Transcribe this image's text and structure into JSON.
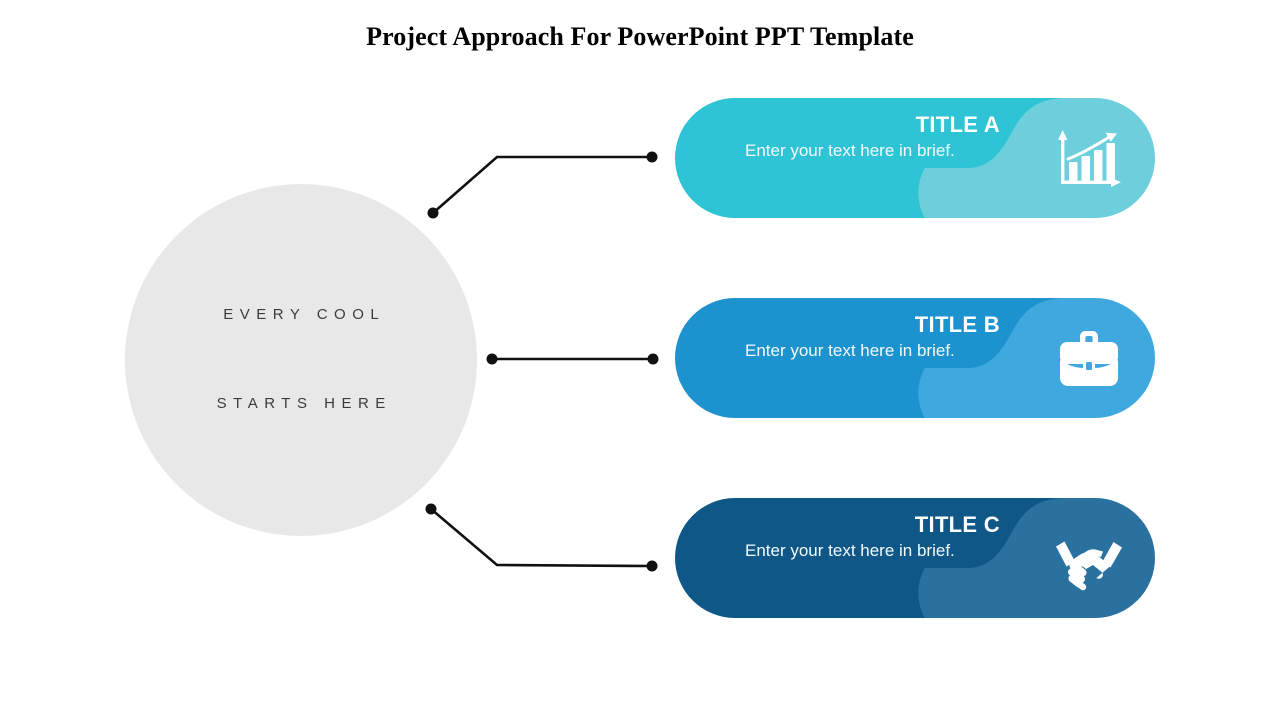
{
  "slide": {
    "title": "Project Approach For PowerPoint PPT Template",
    "background_color": "#ffffff"
  },
  "hub": {
    "line1": "EVERY COOL",
    "line2": "STARTS HERE",
    "circle_color": "#e8e8e8",
    "text_color": "#3b3b3b"
  },
  "connectors": {
    "color": "#111111",
    "items": [
      {
        "name": "connector-top",
        "shape": "elbow-up"
      },
      {
        "name": "connector-middle",
        "shape": "straight"
      },
      {
        "name": "connector-bottom",
        "shape": "elbow-down"
      }
    ]
  },
  "cards": [
    {
      "id": "a",
      "title": "TITLE A",
      "body": "Enter your text here in brief.",
      "icon": "bar-chart-growth-icon",
      "base_color": "#2ec4d6",
      "overlay_color": "#6dcfdc",
      "icon_color": "#ffffff"
    },
    {
      "id": "b",
      "title": "TITLE B",
      "body": "Enter your text here in brief.",
      "icon": "briefcase-icon",
      "base_color": "#1c93ce",
      "overlay_color": "#3fa8de",
      "icon_color": "#ffffff"
    },
    {
      "id": "c",
      "title": "TITLE C",
      "body": "Enter your text here in brief.",
      "icon": "handshake-icon",
      "base_color": "#0f5786",
      "overlay_color": "#2b719f",
      "icon_color": "#ffffff"
    }
  ]
}
